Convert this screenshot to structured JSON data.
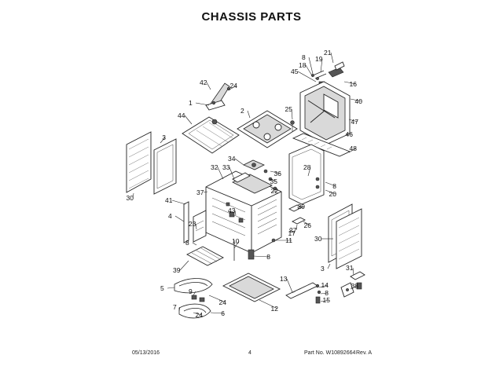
{
  "header": {
    "title": "CHASSIS PARTS"
  },
  "footer": {
    "date": "05/13/2016",
    "page_number": "4",
    "part_no": "Part No. W10892664",
    "rev": "Rev. A"
  },
  "callouts": [
    {
      "id": "c42",
      "label": "42"
    },
    {
      "id": "c24a",
      "label": "24"
    },
    {
      "id": "c1",
      "label": "1"
    },
    {
      "id": "c44",
      "label": "44"
    },
    {
      "id": "c2",
      "label": "2"
    },
    {
      "id": "c3a",
      "label": "3"
    },
    {
      "id": "c30a",
      "label": "30"
    },
    {
      "id": "c21",
      "label": "21"
    },
    {
      "id": "c8a",
      "label": "8"
    },
    {
      "id": "c19",
      "label": "19"
    },
    {
      "id": "c18",
      "label": "18"
    },
    {
      "id": "c45",
      "label": "45"
    },
    {
      "id": "c16",
      "label": "16"
    },
    {
      "id": "c40",
      "label": "40"
    },
    {
      "id": "c25",
      "label": "25"
    },
    {
      "id": "c47",
      "label": "47"
    },
    {
      "id": "c46",
      "label": "46"
    },
    {
      "id": "c48",
      "label": "48"
    },
    {
      "id": "c34",
      "label": "34"
    },
    {
      "id": "c32",
      "label": "32"
    },
    {
      "id": "c33",
      "label": "33"
    },
    {
      "id": "c36",
      "label": "36"
    },
    {
      "id": "c35",
      "label": "35"
    },
    {
      "id": "c28",
      "label": "28"
    },
    {
      "id": "c37",
      "label": "37"
    },
    {
      "id": "c22",
      "label": "22"
    },
    {
      "id": "c8b",
      "label": "8"
    },
    {
      "id": "c20",
      "label": "20"
    },
    {
      "id": "c41",
      "label": "41"
    },
    {
      "id": "c43",
      "label": "43"
    },
    {
      "id": "c29",
      "label": "29"
    },
    {
      "id": "c4",
      "label": "4"
    },
    {
      "id": "c23",
      "label": "23"
    },
    {
      "id": "c26",
      "label": "26"
    },
    {
      "id": "c27",
      "label": "27"
    },
    {
      "id": "c17",
      "label": "17"
    },
    {
      "id": "c30b",
      "label": "30"
    },
    {
      "id": "c8c",
      "label": "8"
    },
    {
      "id": "c10",
      "label": "10"
    },
    {
      "id": "c11",
      "label": "11"
    },
    {
      "id": "c8d",
      "label": "8"
    },
    {
      "id": "c3b",
      "label": "3"
    },
    {
      "id": "c31",
      "label": "31"
    },
    {
      "id": "c39",
      "label": "39"
    },
    {
      "id": "c13",
      "label": "13"
    },
    {
      "id": "c14",
      "label": "14"
    },
    {
      "id": "c38",
      "label": "38"
    },
    {
      "id": "c5",
      "label": "5"
    },
    {
      "id": "c9",
      "label": "9"
    },
    {
      "id": "c8e",
      "label": "8"
    },
    {
      "id": "c15",
      "label": "15"
    },
    {
      "id": "c24b",
      "label": "24"
    },
    {
      "id": "c12",
      "label": "12"
    },
    {
      "id": "c7",
      "label": "7"
    },
    {
      "id": "c24c",
      "label": "24"
    },
    {
      "id": "c6",
      "label": "6"
    }
  ]
}
